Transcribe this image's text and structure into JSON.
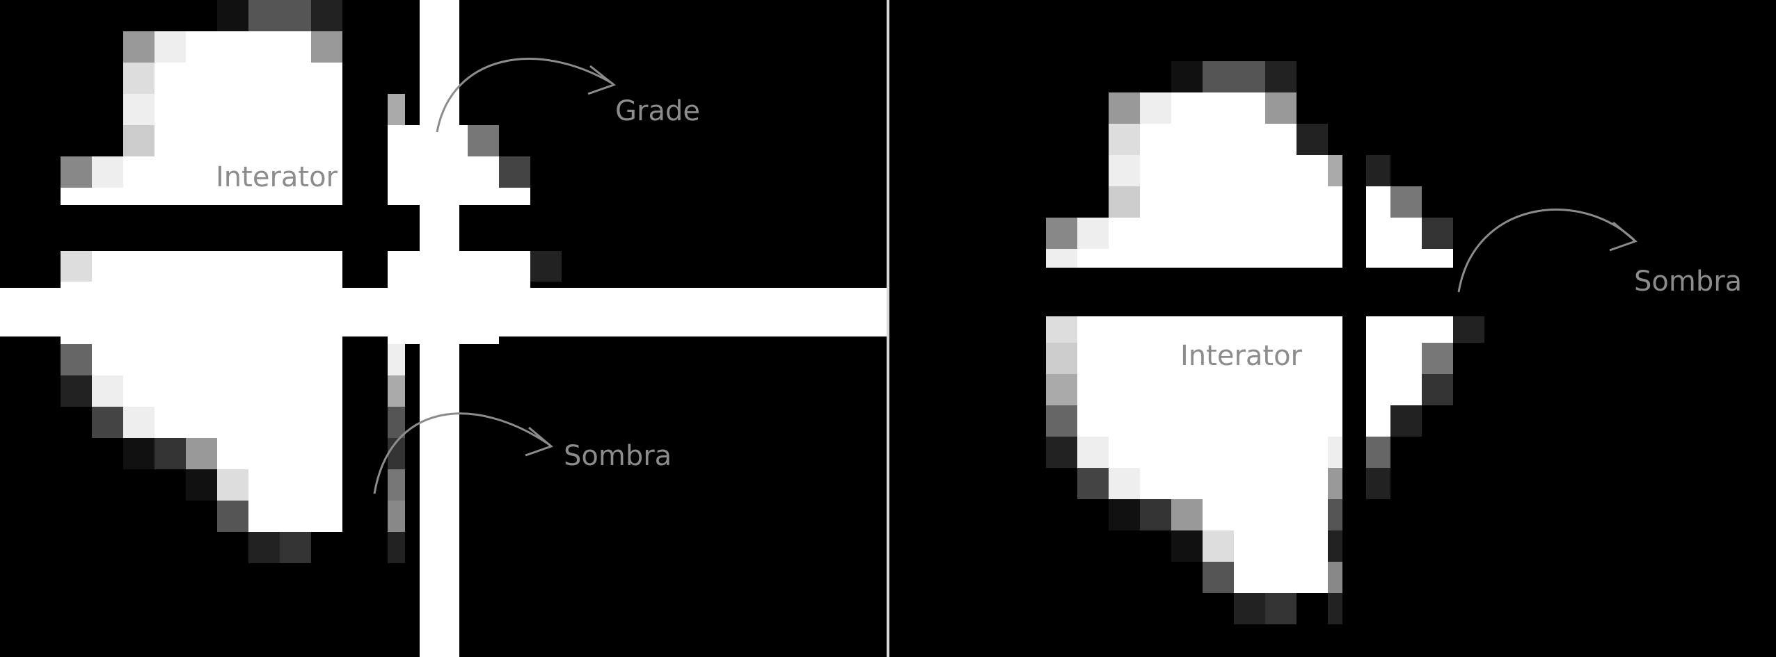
{
  "panels": [
    {
      "id": "left",
      "labels": {
        "interator": "Interator",
        "grade": "Grade",
        "sombra": "Sombra"
      }
    },
    {
      "id": "right",
      "labels": {
        "sombra": "Sombra",
        "interator": "Interator"
      }
    }
  ],
  "colors": {
    "background": "#000000",
    "fill": "#ffffff",
    "label": "#8c8c8c",
    "arrow": "#8c8c8c",
    "divider": "#d8d8d8"
  }
}
